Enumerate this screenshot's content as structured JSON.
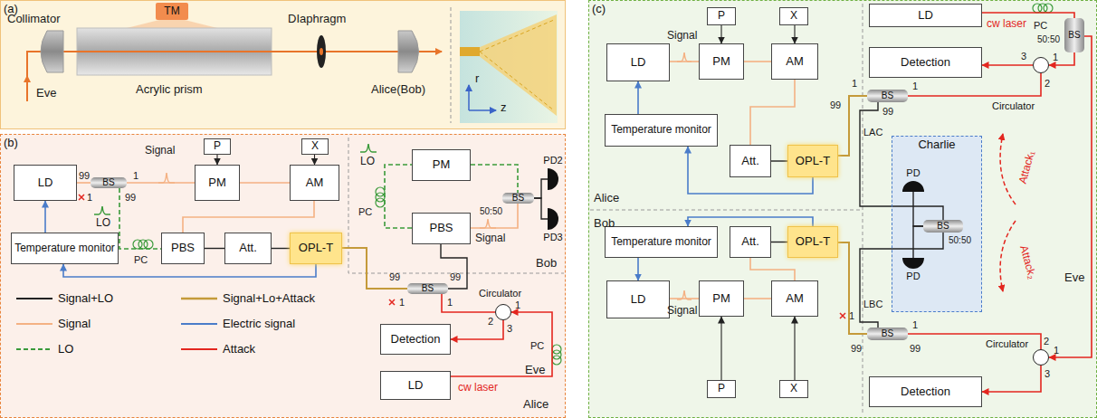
{
  "diagram": {
    "nodes": [
      {
        "text": [
          "(a)"
        ]
      },
      {
        "text": [
          "TM"
        ],
        "in": 0
      },
      {
        "text": [
          "(b)"
        ]
      },
      {
        "text": [
          "LD"
        ],
        "in": 2
      },
      {
        "text": [
          "Temperature monitor"
        ],
        "in": 2
      },
      {
        "text": [
          "BS"
        ],
        "in": 2
      },
      {
        "text": [
          "P"
        ],
        "in": 2
      },
      {
        "text": [
          "PM"
        ],
        "in": 2
      },
      {
        "text": [
          "X"
        ],
        "in": 2
      },
      {
        "text": [
          "AM"
        ],
        "in": 2
      },
      {
        "text": [
          "PBS"
        ],
        "in": 2
      },
      {
        "text": [
          "Att."
        ],
        "in": 2
      },
      {
        "text": [
          "OPL-T"
        ],
        "in": 2
      },
      {
        "text": [
          "PM"
        ],
        "in": 2
      },
      {
        "text": [
          "PBS"
        ],
        "in": 2
      },
      {
        "text": [
          "BS"
        ],
        "in": 2
      },
      {
        "text": [
          "PD2"
        ],
        "in": 2
      },
      {
        "text": [
          "PD3"
        ],
        "in": 2
      },
      {
        "text": [
          "BS"
        ],
        "in": 2
      },
      {
        "text": [
          "Circulator"
        ],
        "in": 2
      },
      {
        "text": [
          "Detection"
        ],
        "in": 2
      },
      {
        "text": [
          "LD"
        ],
        "in": 2
      },
      {
        "text": [
          "(c)"
        ]
      },
      {
        "text": [
          "P"
        ],
        "in": 22
      },
      {
        "text": [
          "X"
        ],
        "in": 22
      },
      {
        "text": [
          "LD"
        ],
        "in": 22
      },
      {
        "text": [
          "PM"
        ],
        "in": 22
      },
      {
        "text": [
          "AM"
        ],
        "in": 22
      },
      {
        "text": [
          "Temperature monitor"
        ],
        "in": 22
      },
      {
        "text": [
          "Att."
        ],
        "in": 22
      },
      {
        "text": [
          "OPL-T"
        ],
        "in": 22
      },
      {
        "text": [
          "BS"
        ],
        "in": 22
      },
      {
        "text": [
          "LD"
        ],
        "in": 22
      },
      {
        "text": [
          "Detection"
        ],
        "in": 22
      },
      {
        "text": [
          "Circulator"
        ],
        "in": 22
      },
      {
        "text": [
          "BS"
        ],
        "in": 22
      },
      {
        "text": [
          "Charlie"
        ],
        "in": 22
      },
      {
        "text": [
          "PD"
        ],
        "in": 36
      },
      {
        "text": [
          "BS"
        ],
        "in": 36
      },
      {
        "text": [
          "PD"
        ],
        "in": 36
      },
      {
        "text": [
          "Temperature monitor"
        ],
        "in": 22
      },
      {
        "text": [
          "Att."
        ],
        "in": 22
      },
      {
        "text": [
          "OPL-T"
        ],
        "in": 22
      },
      {
        "text": [
          "LD"
        ],
        "in": 22
      },
      {
        "text": [
          "PM"
        ],
        "in": 22
      },
      {
        "text": [
          "AM"
        ],
        "in": 22
      },
      {
        "text": [
          "P"
        ],
        "in": 22
      },
      {
        "text": [
          "X"
        ],
        "in": 22
      },
      {
        "text": [
          "BS"
        ],
        "in": 22
      },
      {
        "text": [
          "Detection"
        ],
        "in": 22
      },
      {
        "text": [
          "Circulator"
        ],
        "in": 22
      }
    ],
    "edges": [
      {
        "from": 3,
        "to": 5,
        "arrow": "none"
      },
      {
        "from": 5,
        "to": 7,
        "arrow": "none"
      },
      {
        "from": 5,
        "to": 10,
        "arrow": "none"
      },
      {
        "from": 6,
        "to": 7,
        "arrow": "to"
      },
      {
        "from": 8,
        "to": 9,
        "arrow": "to"
      },
      {
        "from": 7,
        "to": 9,
        "arrow": "none"
      },
      {
        "from": 9,
        "to": 10,
        "arrow": "none"
      },
      {
        "from": 10,
        "to": 11,
        "arrow": "none"
      },
      {
        "from": 11,
        "to": 12,
        "arrow": "none"
      },
      {
        "from": 12,
        "to": 4,
        "arrow": "to"
      },
      {
        "from": 4,
        "to": 3,
        "arrow": "to"
      },
      {
        "from": 12,
        "to": 18,
        "arrow": "none"
      },
      {
        "from": 18,
        "to": 14,
        "arrow": "none"
      },
      {
        "from": 14,
        "to": 13,
        "arrow": "none"
      },
      {
        "from": 13,
        "to": 15,
        "arrow": "none"
      },
      {
        "from": 14,
        "to": 15,
        "arrow": "none"
      },
      {
        "from": 15,
        "to": 16,
        "arrow": "none"
      },
      {
        "from": 15,
        "to": 17,
        "arrow": "none"
      },
      {
        "from": 19,
        "to": 18,
        "arrow": "none"
      },
      {
        "from": 21,
        "to": 19,
        "arrow": "to"
      },
      {
        "from": 19,
        "to": 20,
        "arrow": "to"
      },
      {
        "from": 25,
        "to": 26,
        "arrow": "none"
      },
      {
        "from": 23,
        "to": 26,
        "arrow": "to"
      },
      {
        "from": 24,
        "to": 27,
        "arrow": "to"
      },
      {
        "from": 26,
        "to": 27,
        "arrow": "none"
      },
      {
        "from": 27,
        "to": 29,
        "arrow": "none"
      },
      {
        "from": 29,
        "to": 30,
        "arrow": "none"
      },
      {
        "from": 30,
        "to": 28,
        "arrow": "to"
      },
      {
        "from": 28,
        "to": 25,
        "arrow": "to"
      },
      {
        "from": 30,
        "to": 31,
        "arrow": "none"
      },
      {
        "from": 31,
        "to": 38,
        "arrow": "none"
      },
      {
        "from": 34,
        "to": 31,
        "arrow": "none"
      },
      {
        "from": 34,
        "to": 33,
        "arrow": "to"
      },
      {
        "from": 32,
        "to": 35,
        "arrow": "none"
      },
      {
        "from": 35,
        "to": 34,
        "arrow": "to"
      },
      {
        "from": 35,
        "to": 50,
        "arrow": "to"
      },
      {
        "from": 50,
        "to": 48,
        "arrow": "none"
      },
      {
        "from": 50,
        "to": 49,
        "arrow": "to"
      },
      {
        "from": 38,
        "to": 37,
        "arrow": "none"
      },
      {
        "from": 38,
        "to": 39,
        "arrow": "none"
      },
      {
        "from": 48,
        "to": 38,
        "arrow": "none"
      },
      {
        "from": 42,
        "to": 48,
        "arrow": "none"
      },
      {
        "from": 41,
        "to": 42,
        "arrow": "none"
      },
      {
        "from": 45,
        "to": 41,
        "arrow": "none"
      },
      {
        "from": 44,
        "to": 45,
        "arrow": "none"
      },
      {
        "from": 43,
        "to": 44,
        "arrow": "none"
      },
      {
        "from": 46,
        "to": 44,
        "arrow": "to"
      },
      {
        "from": 47,
        "to": 45,
        "arrow": "to"
      },
      {
        "from": 42,
        "to": 40,
        "arrow": "to"
      },
      {
        "from": 40,
        "to": 43,
        "arrow": "to"
      }
    ],
    "labels": [
      "Collimator",
      "Acrylic prism",
      "DIaphragm",
      "Eve",
      "Alice(Bob)",
      "r",
      "z",
      "Signal",
      "99",
      "1",
      "1",
      "99",
      "LO",
      "PC",
      "LO",
      "PC",
      "50:50",
      "Signal",
      "Bob",
      "99",
      "99",
      "1",
      "1",
      "2",
      "3",
      "1",
      "cw laser",
      "PC",
      "Eve",
      "Alice",
      "Signal",
      "1",
      "99",
      "99",
      "1",
      "cw laser",
      "PC",
      "50:50",
      "3",
      "2",
      "1",
      "Alice",
      "LAC",
      "Attack₁",
      "Attack₂",
      "Eve",
      "Bob",
      "LBC",
      "50:50",
      "Signal",
      "1",
      "1",
      "99",
      "99",
      "2",
      "1",
      "3"
    ],
    "legend": [
      {
        "text": "Signal+LO"
      },
      {
        "text": "Signal+Lo+Attack"
      },
      {
        "text": "Signal"
      },
      {
        "text": "Electric signal"
      },
      {
        "text": "LO"
      },
      {
        "text": "Attack"
      }
    ]
  }
}
